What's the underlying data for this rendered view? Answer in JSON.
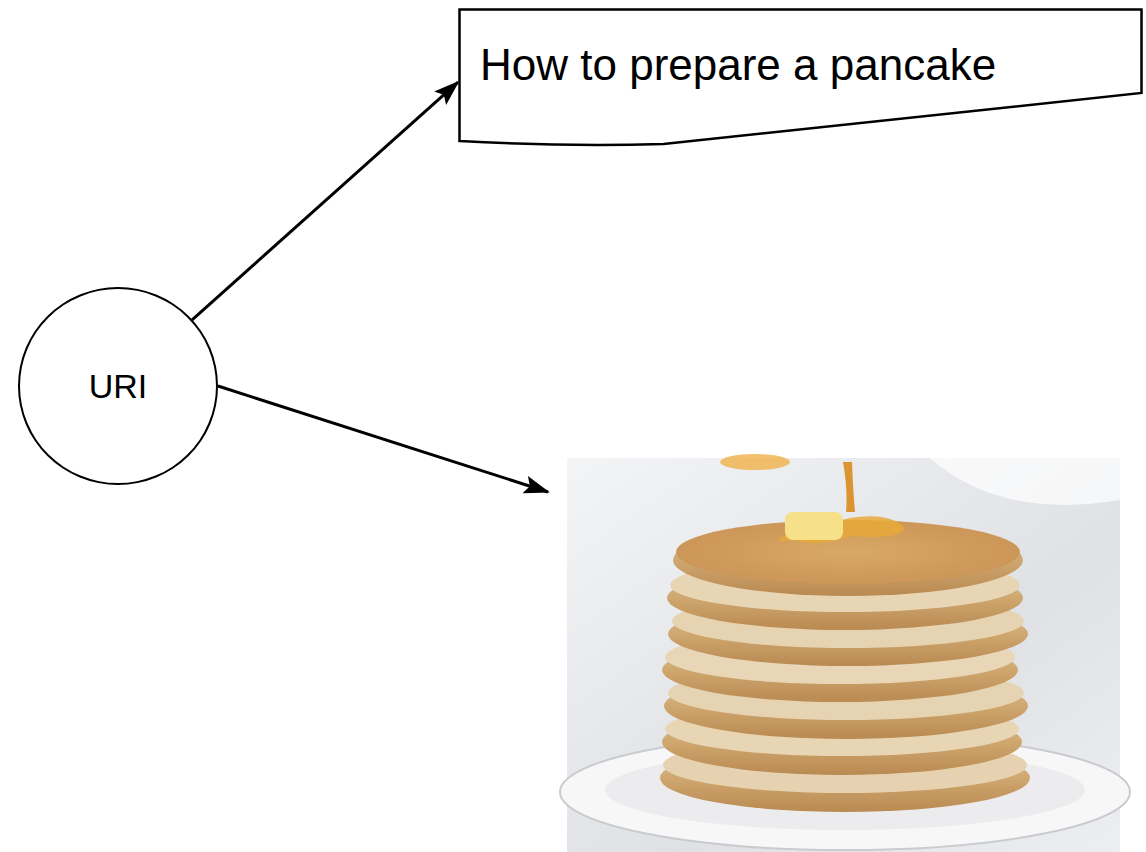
{
  "diagram": {
    "nodes": [
      {
        "text": [
          "URI"
        ]
      },
      {
        "text": [
          "How to prepare a pancake"
        ]
      }
    ],
    "edges": [
      {
        "from": 0,
        "to": 1,
        "arrow": "to"
      }
    ]
  }
}
